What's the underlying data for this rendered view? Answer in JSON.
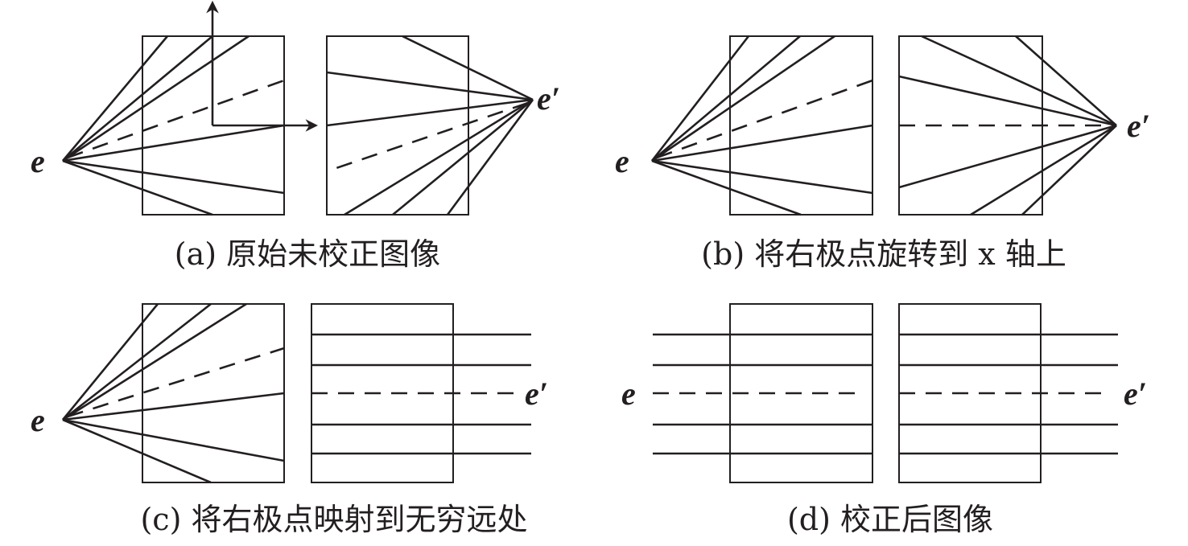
{
  "figure": {
    "panels": [
      {
        "id": "a",
        "caption": "(a) 原始未校正图像",
        "left_epipole_label": "e",
        "right_epipole_label": "e′"
      },
      {
        "id": "b",
        "caption": "(b) 将右极点旋转到 x 轴上",
        "left_epipole_label": "e",
        "right_epipole_label": "e′"
      },
      {
        "id": "c",
        "caption": "(c) 将右极点映射到无穷远处",
        "left_epipole_label": "e",
        "right_epipole_label": "e′"
      },
      {
        "id": "d",
        "caption": "(d) 校正后图像",
        "left_epipole_label": "e",
        "right_epipole_label": "e′"
      }
    ]
  }
}
